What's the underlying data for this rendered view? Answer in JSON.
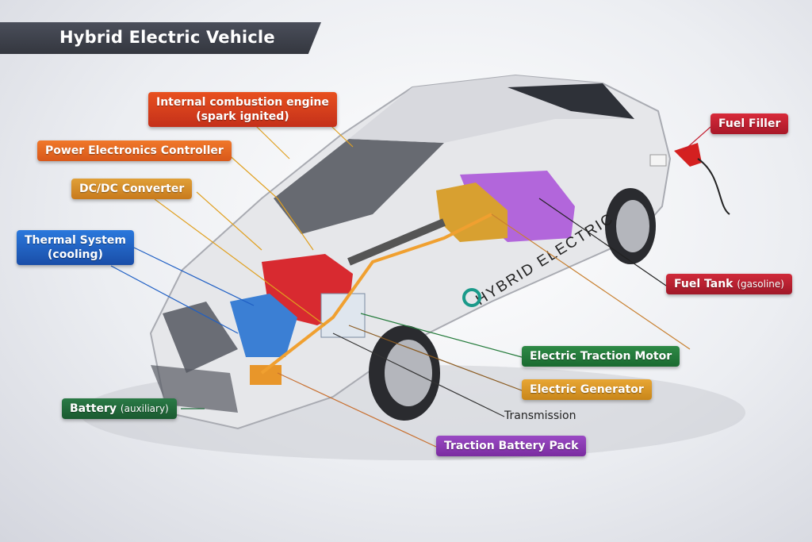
{
  "title": "Hybrid Electric Vehicle",
  "car_decal": "HYBRID ELECTRIC",
  "labels": {
    "ice": {
      "line1": "Internal combustion engine",
      "line2": "(spark ignited)",
      "color": "#d8401a"
    },
    "pec": {
      "text": "Power Electronics Controller",
      "color": "#e8641c"
    },
    "dcdc": {
      "text": "DC/DC Converter",
      "color": "#d48a22"
    },
    "thermal": {
      "line1": "Thermal System",
      "line2": "(cooling)",
      "color": "#1f5fc4"
    },
    "battery_aux": {
      "main": "Battery",
      "sub": "(auxiliary)",
      "color": "#1f6a3a"
    },
    "fuel_filler": {
      "text": "Fuel Filler",
      "color": "#c41e30"
    },
    "fuel_tank": {
      "main": "Fuel Tank",
      "sub": "(gasoline)",
      "color": "#b81e30"
    },
    "traction_motor": {
      "text": "Electric Traction Motor",
      "color": "#237a3a"
    },
    "generator": {
      "text": "Electric Generator",
      "color": "#d8961e"
    },
    "transmission": {
      "text": "Transmission"
    },
    "traction_battery": {
      "text": "Traction Battery Pack",
      "color": "#8a3ab0"
    }
  }
}
